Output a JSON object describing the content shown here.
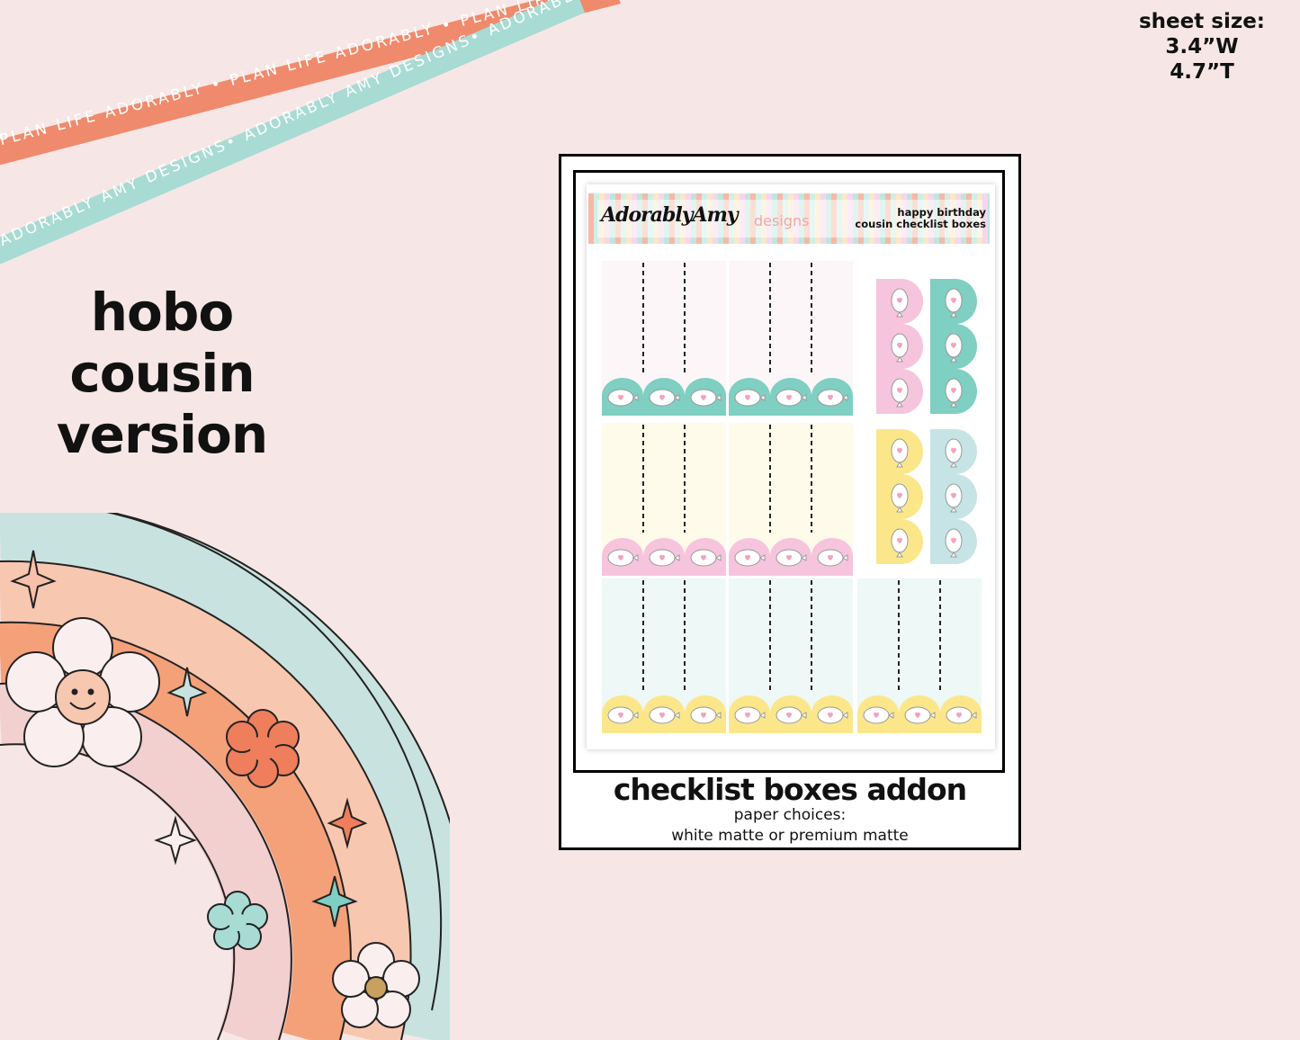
{
  "ribbons": {
    "coral_text": "PLAN LIFE ADORABLY • PLAN LIFE ADORABLY • PLAN LIFE ADORABLY",
    "mint_text": "ADORABLY AMY DESIGNS• ADORABLY AMY DESIGNS• ADORABLY AMY DESIGNS"
  },
  "sheet_size": {
    "label": "sheet size:",
    "width": "3.4”W",
    "height": "4.7”T"
  },
  "hobo_title": {
    "line1": "hobo",
    "line2": "cousin",
    "line3": "version"
  },
  "sticker_sheet": {
    "brand_name": "AdorablyAmy",
    "brand_suffix": "designs",
    "title_line1": "happy birthday",
    "title_line2": "cousin checklist boxes"
  },
  "product": {
    "addon_title": "checklist boxes addon",
    "paper_label": "paper choices:",
    "paper_options": "white matte or premium matte"
  },
  "colors": {
    "background": "#f6e7e6",
    "coral": "#f08a6c",
    "mint": "#7fcfc2",
    "pink": "#f7c4dd",
    "yellow": "#fbe78a",
    "rainbow_mint": "#c8e3df",
    "rainbow_peach": "#f8c7b0",
    "rainbow_orange": "#f4a079",
    "rainbow_pink": "#f1d0cf"
  }
}
